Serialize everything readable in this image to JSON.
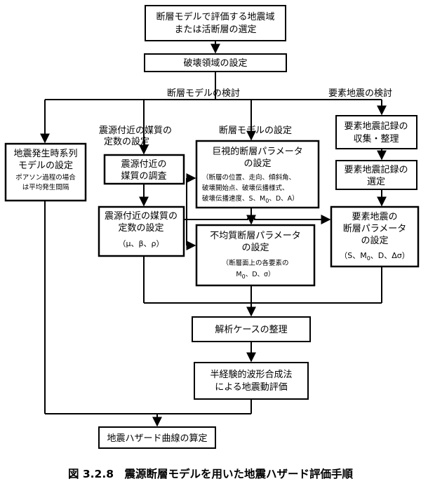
{
  "nodes": {
    "selection": [
      "断層モデルで評価する地震域",
      "または活断層の選定"
    ],
    "rupture_area": "破壊領域の設定",
    "occurrence_model": [
      "地震発生時系列",
      "モデルの設定",
      "ポアソン過程の場合",
      "は平均発生間隔"
    ],
    "medium_survey": [
      "震源付近の",
      "媒質の調査"
    ],
    "medium_constants": [
      "震源付近の媒質の",
      "定数の設定",
      "（μ、β、ρ）"
    ],
    "macro_params": [
      "巨視的断層パラメータ",
      "の設定",
      "（断層の位置、走向、傾斜角、",
      "破壊開始点、破壊伝播様式、",
      "破壊伝播速度、S、M",
      "0",
      "、D、A）"
    ],
    "hetero_params": [
      "不均質断層パラメータ",
      "の設定",
      "（断層面上の各要素の",
      "M",
      "0",
      "、D、σ）"
    ],
    "element_collect": [
      "要素地震記録の",
      "収集・整理"
    ],
    "element_select": [
      "要素地震記録の",
      "選定"
    ],
    "element_fault": [
      "要素地震の",
      "断層パラメータ",
      "の設定",
      "（S、M",
      "0",
      "、D、Δσ）"
    ],
    "case_arrange": "解析ケースの整理",
    "synthesis": [
      "半経験的波形合成法",
      "による地震動評価"
    ],
    "hazard_curve": "地震ハザード曲線の算定"
  },
  "labels": {
    "fault_model_study": "断層モデルの検討",
    "element_study": "要素地震の検討",
    "medium_constants_head": [
      "震源付近の媒質の",
      "定数の設定"
    ],
    "fault_model_setting": "断層モデルの設定"
  },
  "caption": "図 3.2.8　震源断層モデルを用いた地震ハザード評価手順"
}
